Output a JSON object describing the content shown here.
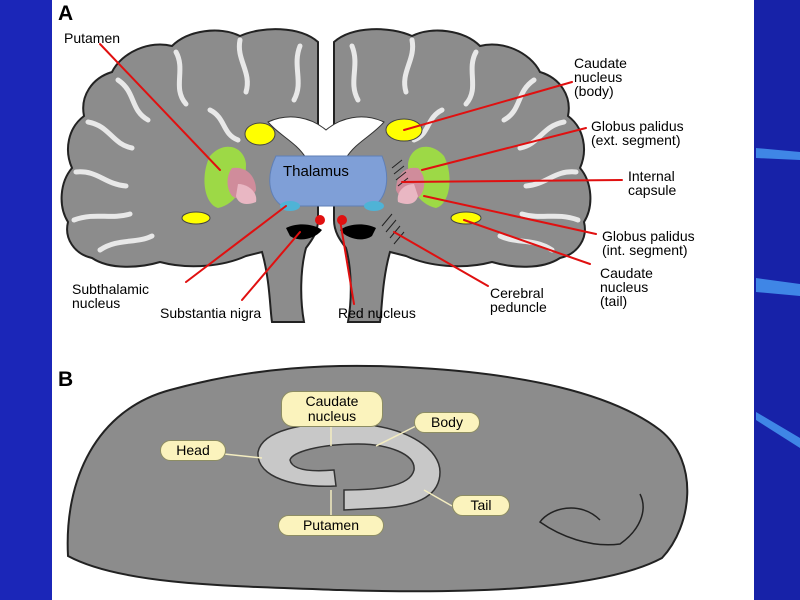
{
  "panel_a": {
    "letter": "A",
    "labels": {
      "putamen": "Putamen",
      "caudate_body": "Caudate\nnucleus\n(body)",
      "gp_ext": "Globus palidus\n(ext. segment)",
      "internal_capsule": "Internal\ncapsule",
      "thalamus": "Thalamus",
      "gp_int": "Globus palidus\n(int. segment)",
      "caudate_tail": "Caudate\nnucleus\n(tail)",
      "cerebral_peduncle": "Cerebral\npeduncle",
      "subthalamic": "Subthalamic\nnucleus",
      "substantia_nigra": "Substantia nigra",
      "red_nucleus": "Red nucleus"
    }
  },
  "panel_b": {
    "letter": "B",
    "pills": {
      "caudate": "Caudate\nnucleus",
      "body": "Body",
      "head": "Head",
      "tail": "Tail",
      "putamen": "Putamen"
    }
  },
  "colors": {
    "slide_bg": "#1a24b4",
    "brain_gray": "#8c8c8c",
    "thalamus_blue": "#7f9fd7",
    "putamen_green": "#9dd946",
    "caudate_yellow": "#ffff00",
    "globus_pink": "#d08c9b",
    "leader_red": "#e01010",
    "pill_fill": "#fbf3bd"
  }
}
